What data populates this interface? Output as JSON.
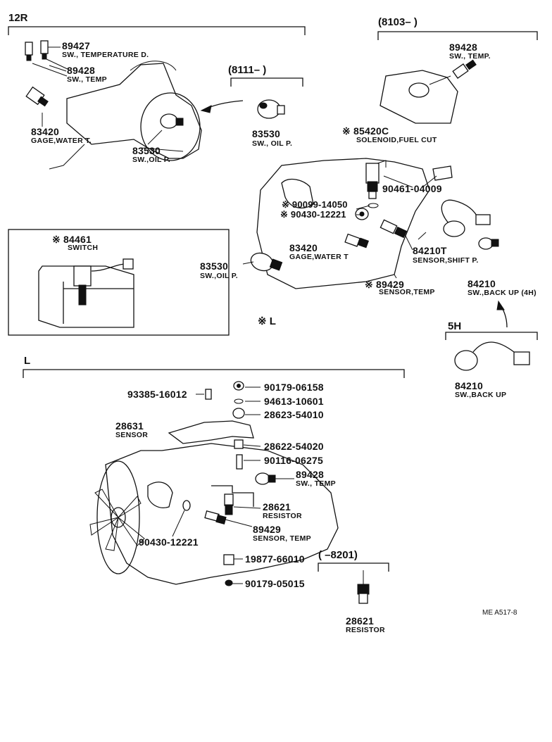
{
  "sections": {
    "s12r": "12R",
    "s8103": "(8103–       )",
    "s8111": "(8111–       )",
    "sL_mark": "※ L",
    "s5h": "5H",
    "sL": "L",
    "s8201": "(       –8201)"
  },
  "parts": {
    "p89427_num": "89427",
    "p89427_desc": "SW., TEMPERATURE D.",
    "p89428a_num": "89428",
    "p89428a_desc": "SW., TEMP",
    "p83420a_num": "83420",
    "p83420a_desc": "GAGE,WATER T.",
    "p83530a_num": "83530",
    "p83530a_desc": "SW.,OIL P.",
    "p83530b_num": "83530",
    "p83530b_desc": "SW., OIL P.",
    "p89428b_num": "89428",
    "p89428b_desc": "SW., TEMP.",
    "p85420c_num": "※ 85420C",
    "p85420c_desc": "SOLENOID,FUEL CUT",
    "p90461_num": "90461-04009",
    "p90099_num": "※ 90099-14050",
    "p90430a_num": "※ 90430-12221",
    "p83420b_num": "83420",
    "p83420b_desc": "GAGE,WATER T",
    "p84210t_num": "84210T",
    "p84210t_desc": "SENSOR,SHIFT P.",
    "p83530c_num": "83530",
    "p83530c_desc": "SW.,OIL P.",
    "p89429a_num": "※ 89429",
    "p89429a_desc": "SENSOR,TEMP",
    "p84210a_num": "84210",
    "p84210a_desc": "SW.,BACK UP (4H)",
    "p84461_num": "※ 84461",
    "p84461_desc": "SWITCH",
    "p84210b_num": "84210",
    "p84210b_desc": "SW.,BACK UP",
    "p93385_num": "93385-16012",
    "p90179a_num": "90179-06158",
    "p94613_num": "94613-10601",
    "p28623_num": "28623-54010",
    "p28631_num": "28631",
    "p28631_desc": "SENSOR",
    "p28622_num": "28622-54020",
    "p90116_num": "90116-06275",
    "p89428c_num": "89428",
    "p89428c_desc": "SW., TEMP",
    "p28621a_num": "28621",
    "p28621a_desc": "RESISTOR",
    "p89429b_num": "89429",
    "p89429b_desc": "SENSOR, TEMP",
    "p90430b_num": "90430-12221",
    "p19877_num": "19877-66010",
    "p90179b_num": "90179-05015",
    "p28621b_num": "28621",
    "p28621b_desc": "RESISTOR"
  },
  "footer": {
    "code": "ME  A517-8"
  }
}
